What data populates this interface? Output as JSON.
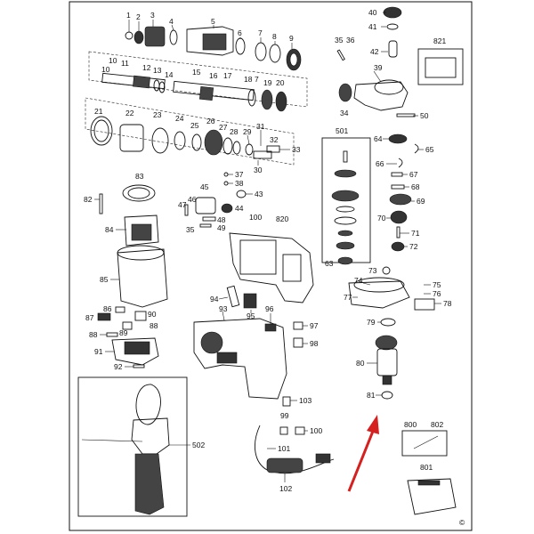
{
  "copyright_symbol": "©",
  "arrow_color": "#d61f1f",
  "labels": {
    "l1": "1",
    "l2": "2",
    "l3": "3",
    "l4": "4",
    "l5": "5",
    "l6": "6",
    "l7": "7",
    "l8": "8",
    "l9": "9",
    "l10a": "10",
    "l11": "11",
    "l10b": "10",
    "l12": "12",
    "l13": "13",
    "l14": "14",
    "l15": "15",
    "l16": "16",
    "l17": "17",
    "l18": "18",
    "l7b": "7",
    "l19": "19",
    "l20": "20",
    "l21": "21",
    "l22": "22",
    "l23": "23",
    "l24": "24",
    "l25": "25",
    "l26": "26",
    "l27": "27",
    "l28": "28",
    "l29": "29",
    "l31": "31",
    "l32": "32",
    "l33": "33",
    "l30": "30",
    "l35a": "35",
    "l36": "36",
    "l40": "40",
    "l41": "41",
    "l42": "42",
    "l39": "39",
    "l821": "821",
    "l34": "34",
    "l50": "50",
    "l501": "501",
    "l64": "64",
    "l65": "65",
    "l66": "66",
    "l67": "67",
    "l68": "68",
    "l69": "69",
    "l70": "70",
    "l71": "71",
    "l72": "72",
    "l63": "63",
    "l37": "37",
    "l38": "38",
    "l45": "45",
    "l43": "43",
    "l46": "46",
    "l47": "47",
    "l44": "44",
    "l48": "48",
    "l35b": "35",
    "l49": "49",
    "l100a": "100",
    "l820": "820",
    "l83": "83",
    "l82": "82",
    "l84": "84",
    "l85": "85",
    "l86": "86",
    "l87": "87",
    "l90": "90",
    "l88a": "88",
    "l89": "89",
    "l88b": "88",
    "l91": "91",
    "l92": "92",
    "l94": "94",
    "l93": "93",
    "l95": "95",
    "l96": "96",
    "l97": "97",
    "l98": "98",
    "l73": "73",
    "l74": "74",
    "l77": "77",
    "l75": "75",
    "l76": "76",
    "l78": "78",
    "l79": "79",
    "l80": "80",
    "l81": "81",
    "l103": "103",
    "l99": "99",
    "l100b": "100",
    "l101": "101",
    "l102": "102",
    "l502": "502",
    "l800": "800",
    "l802": "802",
    "l801": "801"
  }
}
